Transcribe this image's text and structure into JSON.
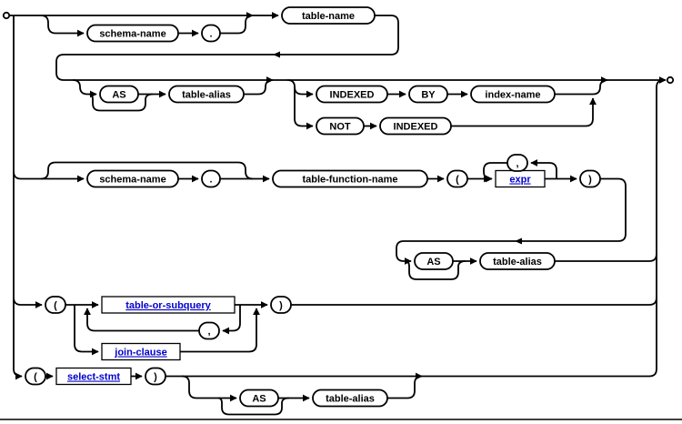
{
  "diagram": {
    "name": "table-or-subquery-syntax-diagram",
    "colors": {
      "line": "#000000",
      "link_text": "#0000cc",
      "node_fill": "#ffffff"
    },
    "nodes": {
      "table_name": "table-name",
      "schema_name_1": "schema-name",
      "dot_1": ".",
      "as_1": "AS",
      "table_alias_1": "table-alias",
      "indexed_1": "INDEXED",
      "by_1": "BY",
      "index_name": "index-name",
      "not_1": "NOT",
      "indexed_2": "INDEXED",
      "schema_name_2": "schema-name",
      "dot_2": ".",
      "table_function_name": "table-function-name",
      "lparen_2": "(",
      "expr": "expr",
      "comma_2": ",",
      "rparen_2": ")",
      "as_2": "AS",
      "table_alias_2": "table-alias",
      "lparen_3": "(",
      "table_or_subquery": "table-or-subquery",
      "comma_3": ",",
      "rparen_3": ")",
      "join_clause": "join-clause",
      "lparen_4": "(",
      "select_stmt": "select-stmt",
      "rparen_4": ")",
      "as_4": "AS",
      "table_alias_4": "table-alias"
    }
  }
}
